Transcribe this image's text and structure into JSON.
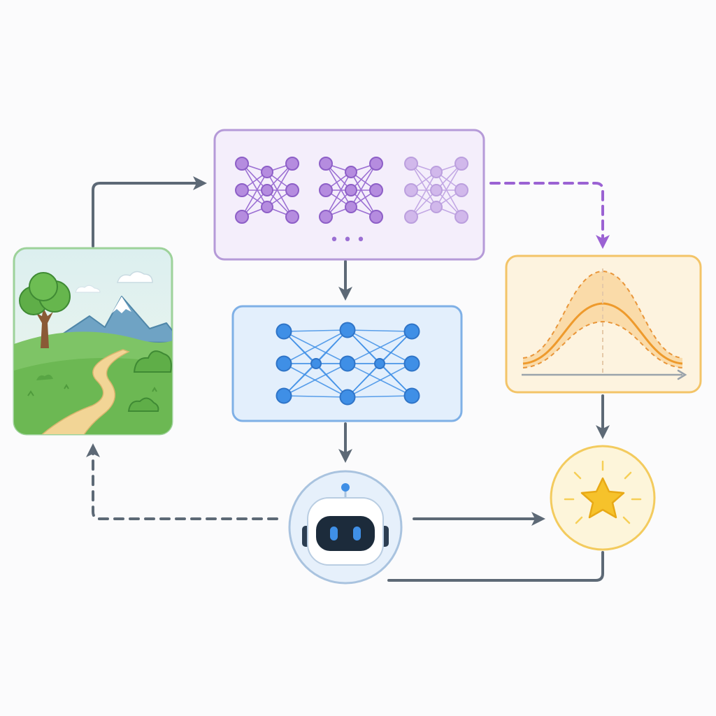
{
  "colors": {
    "background": "#fbfbfc",
    "arrow": "#5d6976",
    "ensemble_border": "#b59ad8",
    "ensemble_fill": "#f4eefb",
    "ensemble_node": "#b58cdf",
    "ensemble_node_stroke": "#8d5fc7",
    "ensemble_edge": "#9b6fd3",
    "dashed_ensemble_arrow": "#9b62d3",
    "policy_border": "#7fb0e6",
    "policy_fill": "#e3effc",
    "policy_node": "#3f8fe6",
    "policy_node_stroke": "#2f74c7",
    "uncertainty_border": "#f3c468",
    "uncertainty_fill": "#fdf3df",
    "uncertainty_band": "#f8c77c",
    "uncertainty_line": "#ee9a2c",
    "environment_border": "#9dd29a",
    "reward_border": "#f3cb5e",
    "reward_fill": "#fdf5da",
    "star": "#f6c22b",
    "agent_border": "#a9c3df",
    "agent_fill": "#e6f0fb",
    "agent_visor": "#1c2b3b",
    "agent_eye": "#3f8fe6"
  },
  "nodes": {
    "environment": {
      "icon": "landscape-icon"
    },
    "ensemble": {
      "icon": "neural-network-ensemble-icon",
      "member_count_shown": 3,
      "ellipsis": "•••"
    },
    "policy": {
      "icon": "neural-network-icon"
    },
    "uncertainty": {
      "icon": "gaussian-uncertainty-icon"
    },
    "agent": {
      "icon": "robot-icon"
    },
    "reward": {
      "icon": "star-icon"
    }
  },
  "edges": [
    {
      "from": "environment",
      "to": "ensemble",
      "style": "solid"
    },
    {
      "from": "ensemble",
      "to": "policy",
      "style": "solid"
    },
    {
      "from": "ensemble",
      "to": "uncertainty",
      "style": "dashed"
    },
    {
      "from": "policy",
      "to": "agent",
      "style": "solid"
    },
    {
      "from": "uncertainty",
      "to": "reward",
      "style": "solid"
    },
    {
      "from": "agent",
      "to": "reward",
      "style": "solid"
    },
    {
      "from": "agent",
      "to": "environment",
      "style": "dashed"
    },
    {
      "from": "agent",
      "to": "reward",
      "style": "solid"
    }
  ]
}
